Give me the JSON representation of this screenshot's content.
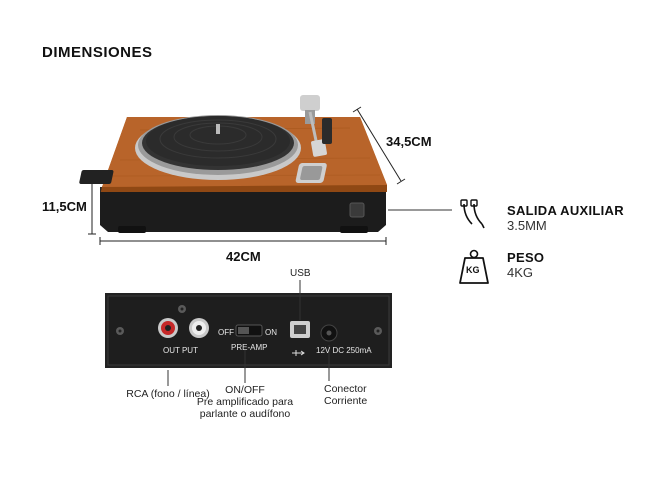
{
  "title": "DIMENSIONES",
  "dimensions": {
    "height": "11,5CM",
    "width": "42CM",
    "depth": "34,5CM"
  },
  "specs": [
    {
      "icon": "aux-cable-icon",
      "label": "SALIDA AUXILIAR",
      "value": "3.5MM"
    },
    {
      "icon": "weight-icon",
      "label": "PESO",
      "value": "4KG",
      "badge": "KG"
    }
  ],
  "panel": {
    "usb_label": "USB",
    "output_text": "OUT PUT",
    "off_text": "OFF",
    "on_text": "ON",
    "preamp_text": "PRE-AMP",
    "power_text": "12V DC 250mA"
  },
  "callouts": {
    "rca": "RCA (fono / línea)",
    "switch_line1": "ON/OFF",
    "switch_line2": "Pre amplificado para",
    "switch_line3": "parlante o audífono",
    "connector_line1": "Conector",
    "connector_line2": "Corriente"
  }
}
